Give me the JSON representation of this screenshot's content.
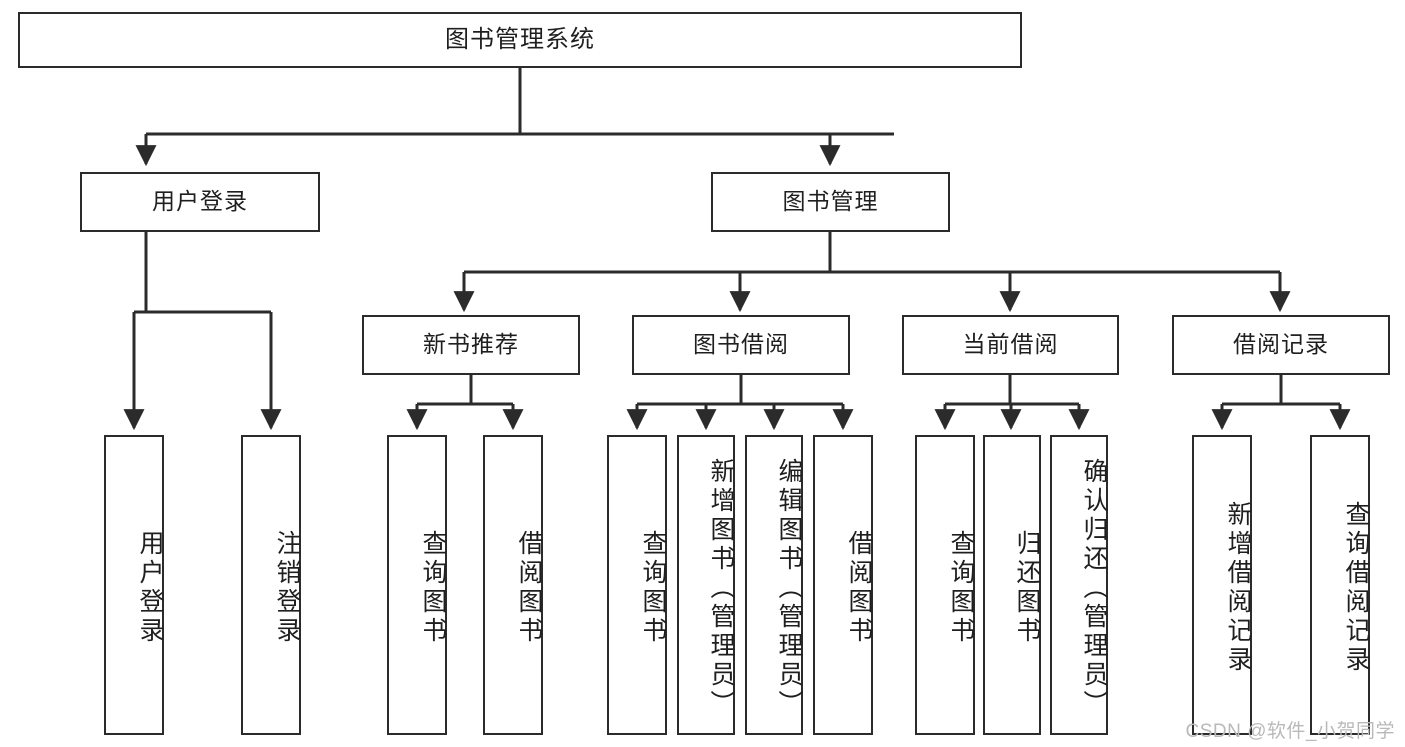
{
  "diagram": {
    "title": "图书管理系统",
    "type": "tree",
    "watermark": "CSDN @软件_小贺同学",
    "colors": {
      "box_border": "#2b2b2b",
      "box_fill": "#ffffff",
      "connector": "#2b2b2b",
      "text": "#1f1f1f",
      "watermark": "#b9b9b9",
      "background": "#ffffff"
    },
    "levels": {
      "root": "图书管理系统",
      "level2": [
        "用户登录",
        "图书管理"
      ],
      "level3": [
        "新书推荐",
        "图书借阅",
        "当前借阅",
        "借阅记录"
      ]
    },
    "nodes": {
      "root": {
        "label": "图书管理系统"
      },
      "user_login": {
        "label": "用户登录"
      },
      "book_manage": {
        "label": "图书管理"
      },
      "new_book_rec": {
        "label": "新书推荐"
      },
      "book_borrow": {
        "label": "图书借阅"
      },
      "current_borrow": {
        "label": "当前借阅"
      },
      "borrow_record": {
        "label": "借阅记录"
      },
      "leaf_user_login": {
        "label": "用户登录"
      },
      "leaf_logout": {
        "label": "注销登录"
      },
      "leaf_query_book_a": {
        "label": "查询图书"
      },
      "leaf_borrow_book_a": {
        "label": "借阅图书"
      },
      "leaf_query_book_b": {
        "label": "查询图书"
      },
      "leaf_add_book": {
        "label": "新增图书（管理员）"
      },
      "leaf_edit_book": {
        "label": "编辑图书（管理员）"
      },
      "leaf_borrow_book_b": {
        "label": "借阅图书"
      },
      "leaf_query_book_c": {
        "label": "查询图书"
      },
      "leaf_return_book": {
        "label": "归还图书"
      },
      "leaf_confirm_return": {
        "label": "确认归还（管理员）"
      },
      "leaf_add_record": {
        "label": "新增借阅记录"
      },
      "leaf_query_record": {
        "label": "查询借阅记录"
      }
    },
    "edges": [
      {
        "from": "root",
        "to": "user_login"
      },
      {
        "from": "root",
        "to": "book_manage"
      },
      {
        "from": "user_login",
        "to": "leaf_user_login"
      },
      {
        "from": "user_login",
        "to": "leaf_logout"
      },
      {
        "from": "book_manage",
        "to": "new_book_rec"
      },
      {
        "from": "book_manage",
        "to": "book_borrow"
      },
      {
        "from": "book_manage",
        "to": "current_borrow"
      },
      {
        "from": "book_manage",
        "to": "borrow_record"
      },
      {
        "from": "new_book_rec",
        "to": "leaf_query_book_a"
      },
      {
        "from": "new_book_rec",
        "to": "leaf_borrow_book_a"
      },
      {
        "from": "book_borrow",
        "to": "leaf_query_book_b"
      },
      {
        "from": "book_borrow",
        "to": "leaf_add_book"
      },
      {
        "from": "book_borrow",
        "to": "leaf_edit_book"
      },
      {
        "from": "book_borrow",
        "to": "leaf_borrow_book_b"
      },
      {
        "from": "current_borrow",
        "to": "leaf_query_book_c"
      },
      {
        "from": "current_borrow",
        "to": "leaf_return_book"
      },
      {
        "from": "current_borrow",
        "to": "leaf_confirm_return"
      },
      {
        "from": "borrow_record",
        "to": "leaf_add_record"
      },
      {
        "from": "borrow_record",
        "to": "leaf_query_record"
      }
    ]
  }
}
